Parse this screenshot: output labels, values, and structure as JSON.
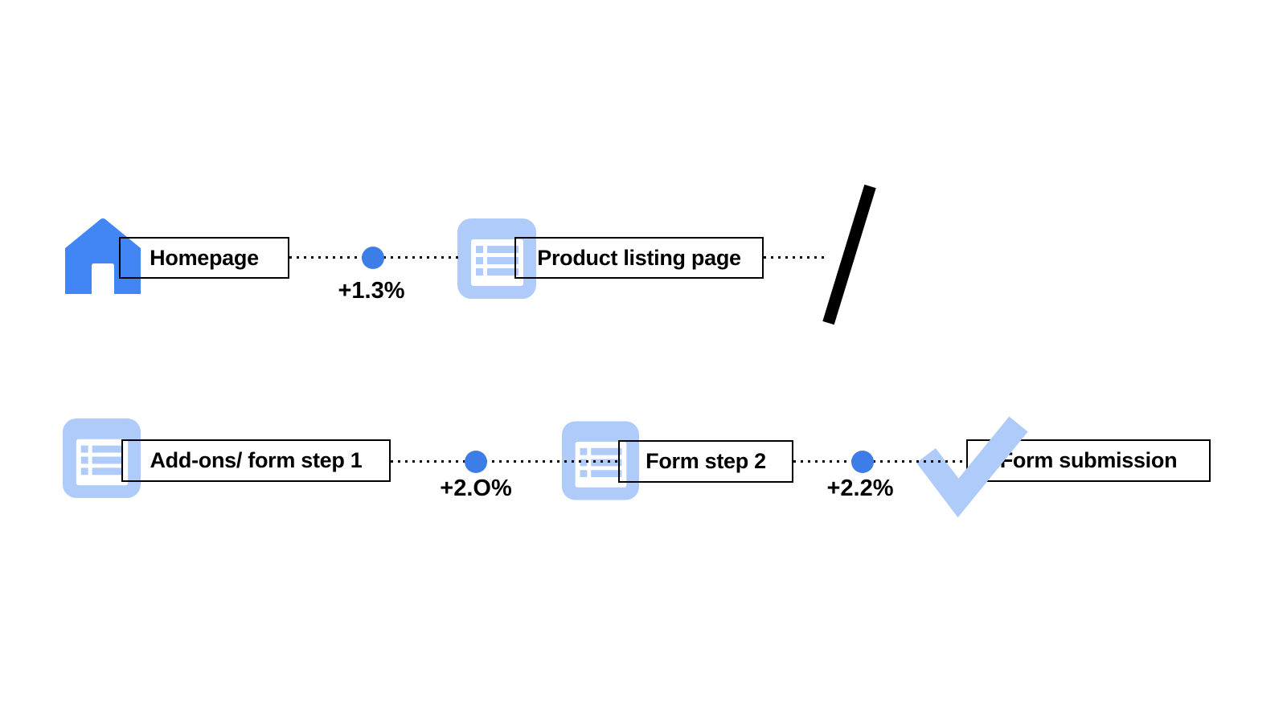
{
  "diagram": {
    "type": "user-journey-flow",
    "colors": {
      "primary_blue": "#4285F4",
      "marker_blue": "#3C7DE8",
      "light_icon_blue": "#AECBFA",
      "line_color": "#000000",
      "box_border": "#000000",
      "background": "#FFFFFF"
    },
    "row1": {
      "steps": [
        {
          "icon": "home-icon",
          "label": "Homepage"
        },
        {
          "icon": "list-icon",
          "label": "Product listing page"
        }
      ],
      "connectors": [
        {
          "delta": "+1.3%"
        }
      ],
      "terminator": "slash-mark"
    },
    "row2": {
      "steps": [
        {
          "icon": "list-icon",
          "label": "Add-ons/ form step 1"
        },
        {
          "icon": "list-icon",
          "label": "Form step 2"
        },
        {
          "icon": "check-icon",
          "label": "Form submission"
        }
      ],
      "connectors": [
        {
          "delta": "+2.O%"
        },
        {
          "delta": "+2.2%"
        }
      ]
    }
  }
}
